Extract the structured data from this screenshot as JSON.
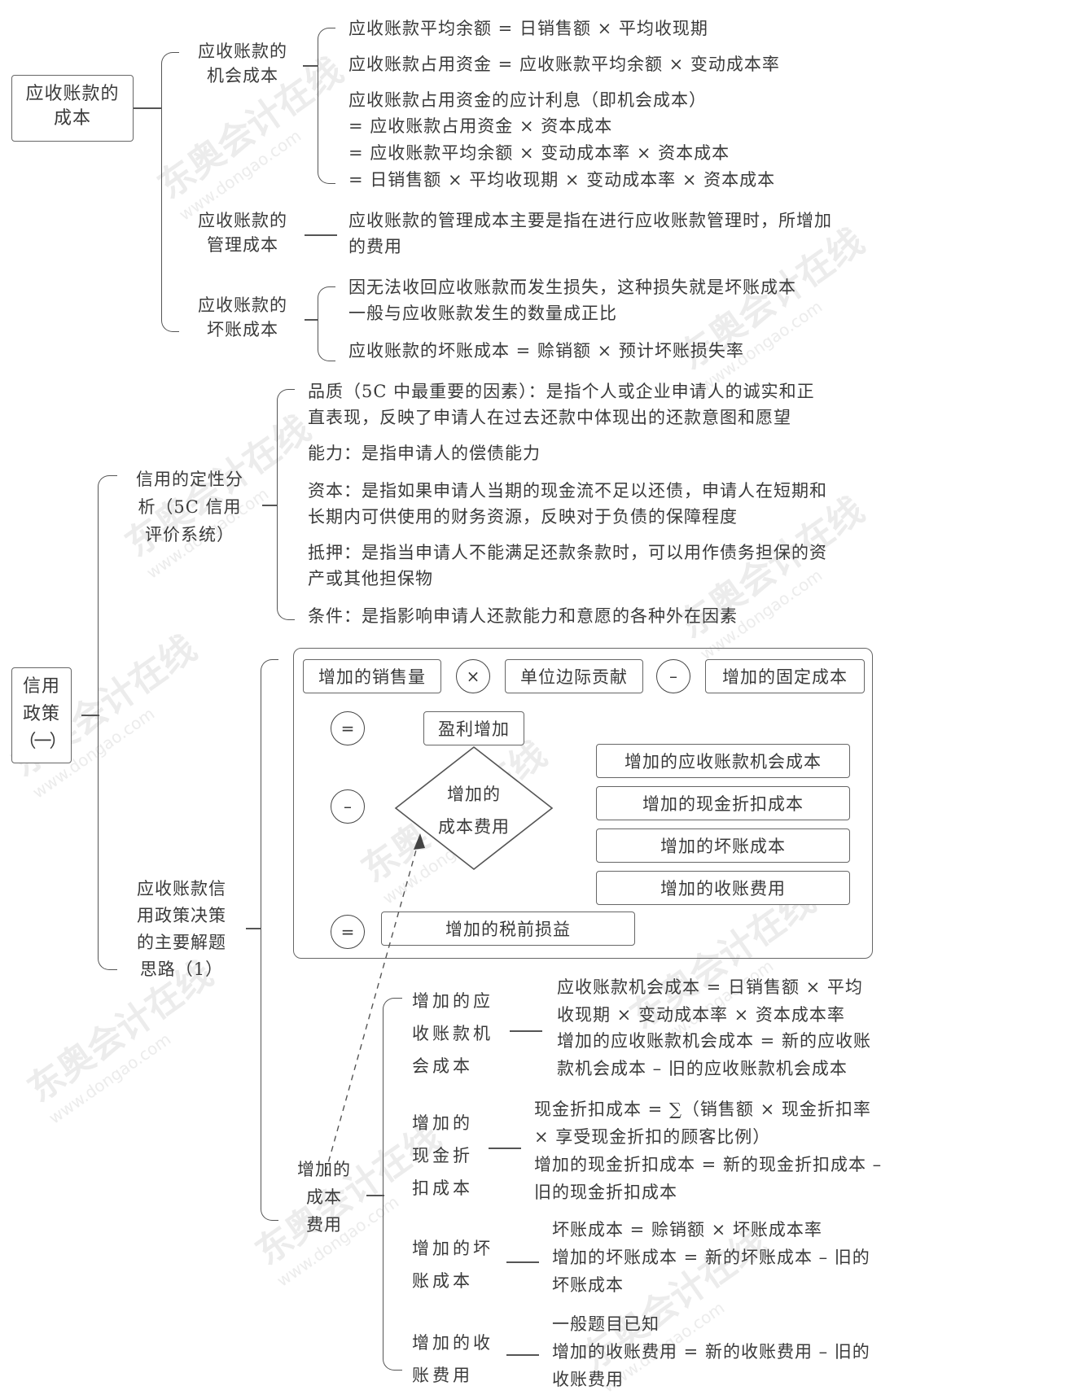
{
  "watermark": {
    "brand": "东奥会计在线",
    "url": "www.dongao.com"
  },
  "section1": {
    "root": "应收账款的\n成本",
    "root_line1": "应收账款的",
    "root_line2": "成本",
    "branches": [
      {
        "label_line1": "应收账款的",
        "label_line2": "机会成本",
        "items": [
          "应收账款平均余额 = 日销售额 × 平均收现期",
          "应收账款占用资金 = 应收账款平均余额 × 变动成本率",
          "应收账款占用资金的应计利息（即机会成本）",
          "= 应收账款占用资金 × 资本成本",
          "= 应收账款平均余额 × 变动成本率 × 资本成本",
          "= 日销售额 × 平均收现期 × 变动成本率 × 资本成本"
        ]
      },
      {
        "label_line1": "应收账款的",
        "label_line2": "管理成本",
        "items": [
          "应收账款的管理成本主要是指在进行应收账款管理时，所增加",
          "的费用"
        ]
      },
      {
        "label_line1": "应收账款的",
        "label_line2": "坏账成本",
        "items": [
          "因无法收回应收账款而发生损失，这种损失就是坏账成本",
          "一般与应收账款发生的数量成正比",
          "应收账款的坏账成本 = 赊销额 × 预计坏账损失率"
        ]
      }
    ]
  },
  "section2": {
    "root_line1": "信用",
    "root_line2": "政策",
    "root_line3": "（一）",
    "qualitative": {
      "label_line1": "信用的定性分",
      "label_line2": "析（5C 信用",
      "label_line3": "评价系统）",
      "items": [
        "品质（5C 中最重要的因素）：是指个人或企业申请人的诚实和正",
        "直表现，反映了申请人在过去还款中体现出的还款意图和愿望",
        "能力：是指申请人的偿债能力",
        "资本：是指如果申请人当期的现金流不足以还债，申请人在短期和",
        "长期内可供使用的财务资源，反映对于负债的保障程度",
        "抵押：是指当申请人不能满足还款条款时，可以用作债务担保的资",
        "产或其他担保物",
        "条件：是指影响申请人还款能力和意愿的各种外在因素"
      ]
    },
    "decision": {
      "label_line1": "应收账款信",
      "label_line2": "用政策决策",
      "label_line3": "的主要解题",
      "label_line4": "思路（1）",
      "formula": {
        "sales_increase": "增加的销售量",
        "op_multiply": "×",
        "unit_margin": "单位边际贡献",
        "op_minus1": "–",
        "fixed_cost_increase": "增加的固定成本",
        "op_equals1": "=",
        "profit_increase": "盈利增加",
        "op_minus2": "–",
        "cost_increase_line1": "增加的",
        "cost_increase_line2": "成本费用",
        "op_equals2": "=",
        "pretax_increase": "增加的税前损益",
        "cost_items": [
          "增加的应收账款机会成本",
          "增加的现金折扣成本",
          "增加的坏账成本",
          "增加的收账费用"
        ]
      },
      "cost_detail": {
        "label_line1": "增加的",
        "label_line2": "成本",
        "label_line3": "费用",
        "branches": [
          {
            "label_line1": "增加的应",
            "label_line2": "收账款机",
            "label_line3": "会成本",
            "items": [
              "应收账款机会成本 = 日销售额 × 平均",
              "收现期 × 变动成本率 × 资本成本率",
              "增加的应收账款机会成本 = 新的应收账",
              "款机会成本 – 旧的应收账款机会成本"
            ]
          },
          {
            "label_line1": "增加的",
            "label_line2": "现金折",
            "label_line3": "扣成本",
            "items": [
              "现金折扣成本 = ∑（销售额 × 现金折扣率",
              "× 享受现金折扣的顾客比例）",
              "增加的现金折扣成本 = 新的现金折扣成本 –",
              "旧的现金折扣成本"
            ]
          },
          {
            "label_line1": "增加的坏",
            "label_line2": "账成本",
            "items": [
              "坏账成本 = 赊销额 × 坏账成本率",
              "增加的坏账成本 = 新的坏账成本 – 旧的",
              "坏账成本"
            ]
          },
          {
            "label_line1": "增加的收",
            "label_line2": "账费用",
            "items": [
              "一般题目已知",
              "增加的收账费用 = 新的收账费用 – 旧的",
              "收账费用"
            ]
          }
        ]
      }
    }
  }
}
